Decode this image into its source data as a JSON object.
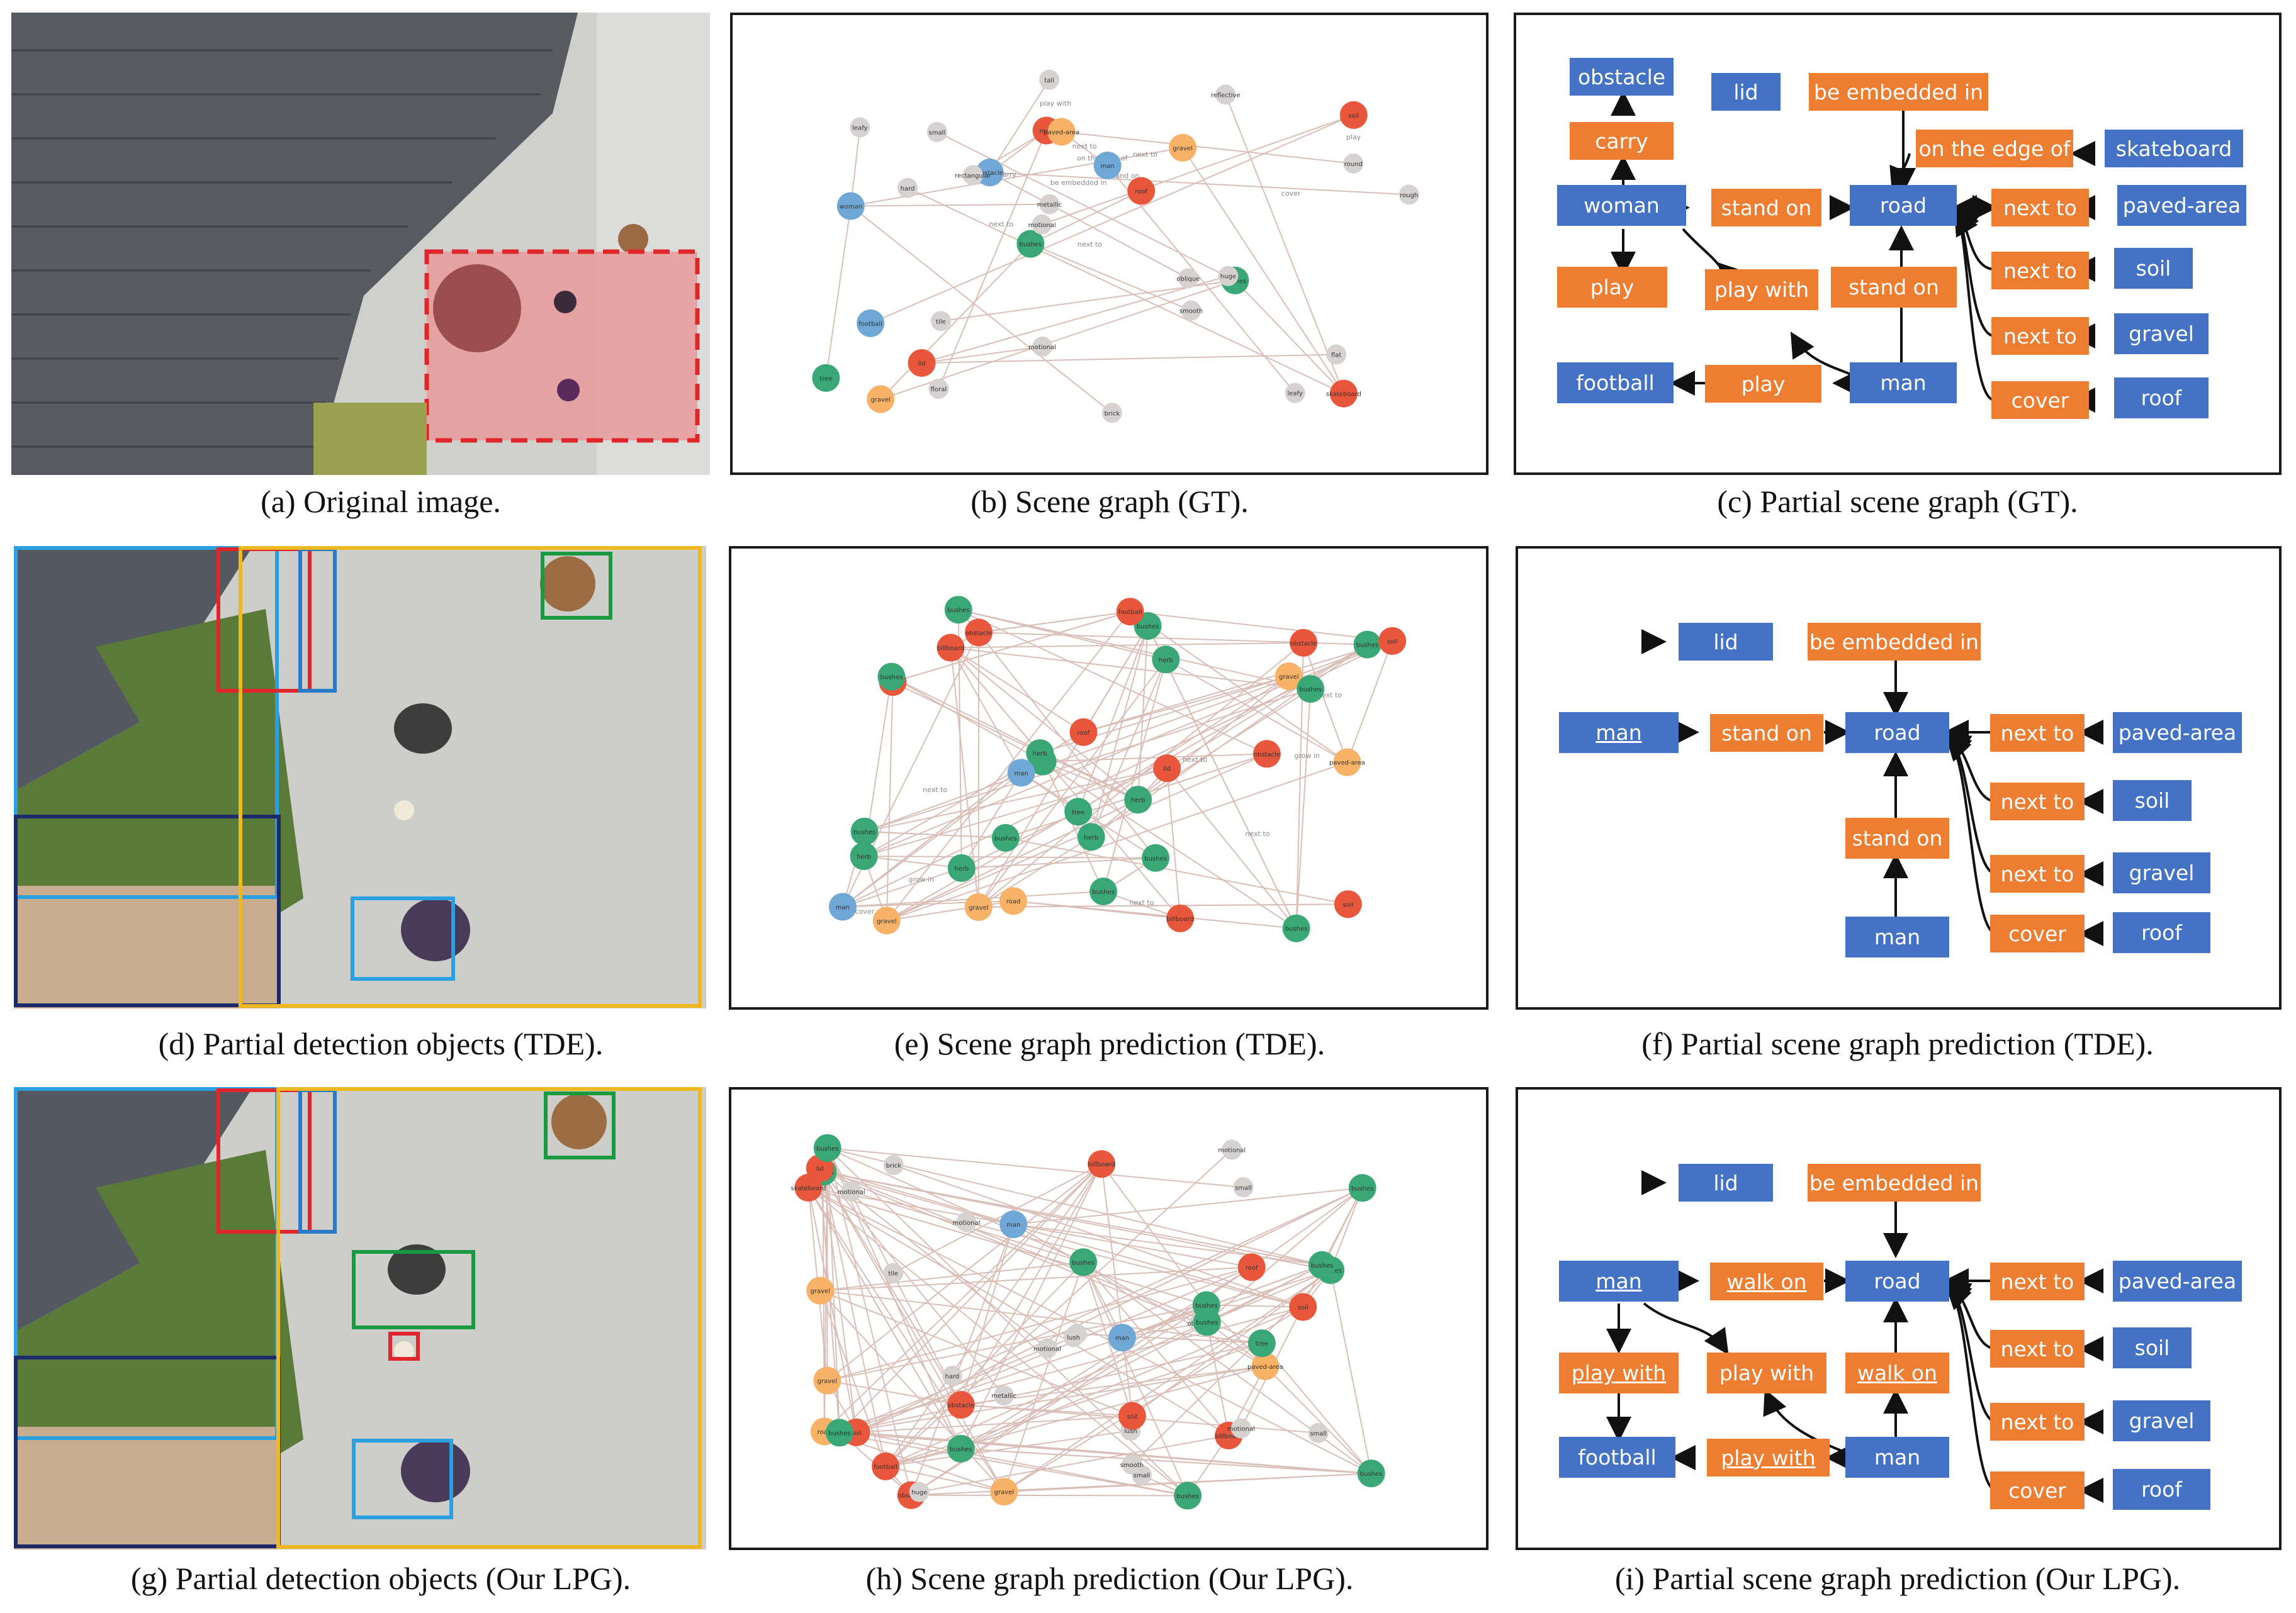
{
  "captions": {
    "a": "(a) Original image.",
    "b": "(b) Scene graph (GT).",
    "c": "(c) Partial scene graph (GT).",
    "d": "(d) Partial detection objects (TDE).",
    "e": "(e) Scene graph prediction (TDE).",
    "f": "(f) Partial scene graph prediction (TDE).",
    "g": "(g) Partial detection objects (Our LPG).",
    "h": "(h) Scene graph prediction (Our LPG).",
    "i": "(i) Partial scene graph prediction (Our LPG)."
  },
  "colors": {
    "object_node": "#4472c4",
    "relation_node": "#ed7d31",
    "graph_red": "#e8573c",
    "graph_green": "#3aa876",
    "graph_orange": "#f7b267",
    "graph_blue": "#6fa8d6",
    "graph_gray": "#d6d2d2",
    "gt_box": "#e0262b"
  },
  "panel_c": {
    "nodes": {
      "obstacle": "obstacle",
      "lid": "lid",
      "be_embedded_in": "be embedded in",
      "carry": "carry",
      "on_the_edge_of": "on the edge of",
      "skateboard": "skateboard",
      "woman": "woman",
      "stand_on_1": "stand on",
      "road": "road",
      "next_to_1": "next to",
      "paved_area": "paved-area",
      "next_to_2": "next to",
      "soil": "soil",
      "play": "play",
      "play_with": "play with",
      "stand_on_2": "stand on",
      "next_to_3": "next to",
      "gravel": "gravel",
      "football": "football",
      "play_2": "play",
      "man": "man",
      "cover": "cover",
      "roof": "roof"
    }
  },
  "panel_f": {
    "nodes": {
      "lid": "lid",
      "be_embedded_in": "be embedded in",
      "man_1": "man",
      "stand_on_1": "stand on",
      "road": "road",
      "next_to_1": "next to",
      "paved_area": "paved-area",
      "next_to_2": "next to",
      "soil": "soil",
      "stand_on_2": "stand on",
      "next_to_3": "next to",
      "gravel": "gravel",
      "man_2": "man",
      "cover": "cover",
      "roof": "roof"
    }
  },
  "panel_i": {
    "nodes": {
      "lid": "lid",
      "be_embedded_in": "be embedded in",
      "man_1": "man",
      "walk_on_1": "walk on",
      "road": "road",
      "next_to_1": "next to",
      "paved_area": "paved-area",
      "next_to_2": "next to",
      "soil": "soil",
      "play_with_1": "play with",
      "play_with_2": "play with",
      "walk_on_2": "walk on",
      "next_to_3": "next to",
      "gravel": "gravel",
      "football": "football",
      "play_with_3": "play with",
      "man_2": "man",
      "cover": "cover",
      "roof": "roof"
    }
  },
  "panel_b": {
    "nodes": [
      {
        "label": "skateboard",
        "kind": "red"
      },
      {
        "label": "woman",
        "kind": "blue"
      },
      {
        "label": "soil",
        "kind": "red"
      },
      {
        "label": "bushes",
        "kind": "green"
      },
      {
        "label": "gravel",
        "kind": "orange"
      },
      {
        "label": "gravel",
        "kind": "orange"
      },
      {
        "label": "road",
        "kind": "red"
      },
      {
        "label": "man",
        "kind": "blue"
      },
      {
        "label": "football",
        "kind": "blue"
      },
      {
        "label": "obstacle",
        "kind": "blue"
      },
      {
        "label": "tree",
        "kind": "green"
      },
      {
        "label": "lid",
        "kind": "red"
      },
      {
        "label": "paved-area",
        "kind": "orange"
      },
      {
        "label": "roof",
        "kind": "red"
      },
      {
        "label": "bushes",
        "kind": "green"
      },
      {
        "label": "leafy",
        "kind": "gray"
      },
      {
        "label": "tall",
        "kind": "gray"
      },
      {
        "label": "rough",
        "kind": "gray"
      },
      {
        "label": "oblique",
        "kind": "gray"
      },
      {
        "label": "round",
        "kind": "gray"
      },
      {
        "label": "motional",
        "kind": "gray"
      },
      {
        "label": "motional",
        "kind": "gray"
      },
      {
        "label": "metallic",
        "kind": "gray"
      },
      {
        "label": "small",
        "kind": "gray"
      },
      {
        "label": "reflective",
        "kind": "gray"
      },
      {
        "label": "tile",
        "kind": "gray"
      },
      {
        "label": "leafy",
        "kind": "gray"
      },
      {
        "label": "flat",
        "kind": "gray"
      },
      {
        "label": "huge",
        "kind": "gray"
      },
      {
        "label": "brick",
        "kind": "gray"
      },
      {
        "label": "rectangular",
        "kind": "gray"
      },
      {
        "label": "hard",
        "kind": "gray"
      },
      {
        "label": "smooth",
        "kind": "gray"
      },
      {
        "label": "floral",
        "kind": "gray"
      }
    ],
    "edge_labels": [
      "on the edge of",
      "next to",
      "next to",
      "next to",
      "stand on",
      "play with",
      "play",
      "be embedded in",
      "next to",
      "cover",
      "carry"
    ]
  },
  "panel_e": {
    "nodes": [
      {
        "label": "billboard",
        "kind": "red"
      },
      {
        "label": "paved-area",
        "kind": "orange"
      },
      {
        "label": "herb",
        "kind": "green"
      },
      {
        "label": "bushes",
        "kind": "green"
      },
      {
        "label": "herb",
        "kind": "green"
      },
      {
        "label": "soil",
        "kind": "red"
      },
      {
        "label": "lid",
        "kind": "red"
      },
      {
        "label": "gravel",
        "kind": "orange"
      },
      {
        "label": "bushes",
        "kind": "green"
      },
      {
        "label": "bushes",
        "kind": "green"
      },
      {
        "label": "gravel",
        "kind": "orange"
      },
      {
        "label": "obstacle",
        "kind": "red"
      },
      {
        "label": "bushes",
        "kind": "green"
      },
      {
        "label": "soil",
        "kind": "red"
      },
      {
        "label": "road",
        "kind": "orange"
      },
      {
        "label": "bushes",
        "kind": "green"
      },
      {
        "label": "gravel",
        "kind": "orange"
      },
      {
        "label": "bushes",
        "kind": "green"
      },
      {
        "label": "football",
        "kind": "red"
      },
      {
        "label": "billboard",
        "kind": "red"
      },
      {
        "label": "bushes",
        "kind": "green"
      },
      {
        "label": "herb",
        "kind": "green"
      },
      {
        "label": "obstacle",
        "kind": "red"
      },
      {
        "label": "roof",
        "kind": "red"
      },
      {
        "label": "tree",
        "kind": "green"
      },
      {
        "label": "soil",
        "kind": "red"
      },
      {
        "label": "herb",
        "kind": "green"
      },
      {
        "label": "man",
        "kind": "blue"
      },
      {
        "label": "man",
        "kind": "blue"
      },
      {
        "label": "obstacle",
        "kind": "red"
      },
      {
        "label": "herb",
        "kind": "green"
      },
      {
        "label": "herb",
        "kind": "green"
      },
      {
        "label": "bushes",
        "kind": "green"
      },
      {
        "label": "bushes",
        "kind": "green"
      },
      {
        "label": "bushes",
        "kind": "green"
      },
      {
        "label": "herb",
        "kind": "green"
      }
    ],
    "edge_labels": [
      "next to",
      "grow in",
      "next to",
      "cover",
      "next to",
      "cover",
      "next to",
      "grow in",
      "next to"
    ]
  },
  "panel_h": {
    "nodes": [
      {
        "label": "billboard",
        "kind": "red"
      },
      {
        "label": "bushes",
        "kind": "green"
      },
      {
        "label": "bushes",
        "kind": "green"
      },
      {
        "label": "small",
        "kind": "gray"
      },
      {
        "label": "lush",
        "kind": "gray"
      },
      {
        "label": "lush",
        "kind": "gray"
      },
      {
        "label": "small",
        "kind": "gray"
      },
      {
        "label": "oblique",
        "kind": "gray"
      },
      {
        "label": "tile",
        "kind": "gray"
      },
      {
        "label": "gravel",
        "kind": "orange"
      },
      {
        "label": "motional",
        "kind": "gray"
      },
      {
        "label": "motional",
        "kind": "gray"
      },
      {
        "label": "billboard",
        "kind": "red"
      },
      {
        "label": "bushes",
        "kind": "green"
      },
      {
        "label": "bushes",
        "kind": "green"
      },
      {
        "label": "obstacle",
        "kind": "red"
      },
      {
        "label": "bushes",
        "kind": "green"
      },
      {
        "label": "hard",
        "kind": "gray"
      },
      {
        "label": "soil",
        "kind": "red"
      },
      {
        "label": "obstacle",
        "kind": "red"
      },
      {
        "label": "brick",
        "kind": "gray"
      },
      {
        "label": "paved-area",
        "kind": "orange"
      },
      {
        "label": "man",
        "kind": "blue"
      },
      {
        "label": "motional",
        "kind": "gray"
      },
      {
        "label": "soil",
        "kind": "red"
      },
      {
        "label": "skateboard",
        "kind": "red"
      },
      {
        "label": "bushes",
        "kind": "green"
      },
      {
        "label": "tree",
        "kind": "green"
      },
      {
        "label": "road",
        "kind": "orange"
      },
      {
        "label": "football",
        "kind": "red"
      },
      {
        "label": "roof",
        "kind": "red"
      },
      {
        "label": "bushes",
        "kind": "green"
      },
      {
        "label": "bushes",
        "kind": "green"
      },
      {
        "label": "soil",
        "kind": "red"
      },
      {
        "label": "bushes",
        "kind": "green"
      },
      {
        "label": "huge",
        "kind": "gray"
      },
      {
        "label": "man",
        "kind": "blue"
      },
      {
        "label": "motional",
        "kind": "gray"
      },
      {
        "label": "gravel",
        "kind": "orange"
      },
      {
        "label": "bushes",
        "kind": "green"
      },
      {
        "label": "motional",
        "kind": "gray"
      },
      {
        "label": "smooth",
        "kind": "gray"
      },
      {
        "label": "lid",
        "kind": "red"
      },
      {
        "label": "gravel",
        "kind": "orange"
      },
      {
        "label": "bushes",
        "kind": "green"
      },
      {
        "label": "small",
        "kind": "gray"
      },
      {
        "label": "metallic",
        "kind": "gray"
      },
      {
        "label": "bushes",
        "kind": "green"
      },
      {
        "label": "lush",
        "kind": "gray"
      }
    ]
  }
}
